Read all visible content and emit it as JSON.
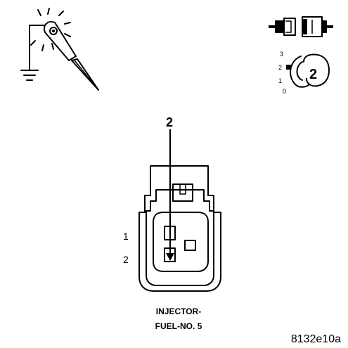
{
  "diagram": {
    "key_position_number": "2",
    "ignition_positions": [
      "3",
      "2",
      "1",
      "0"
    ],
    "pin_callout": "2",
    "pin_labels": [
      "1",
      "2"
    ],
    "connector_title_line1": "INJECTOR-",
    "connector_title_line2": "FUEL-NO. 5",
    "figure_id": "8132e10a"
  },
  "colors": {
    "ink": "#000000",
    "background": "#ffffff"
  },
  "icons": [
    "test-light-probe-icon",
    "disconnect-connector-icon",
    "ignition-key-icon",
    "connector-face-icon"
  ]
}
